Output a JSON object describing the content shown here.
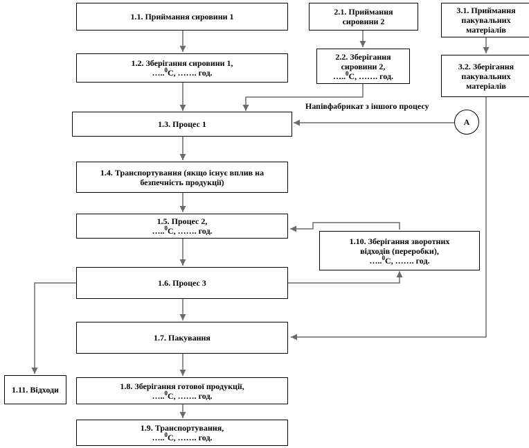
{
  "diagram": {
    "boxes": {
      "b1_1": {
        "line1": "1.1. Приймання сировини 1"
      },
      "b1_2": {
        "line1": "1.2. Зберігання сировини 1,",
        "line2_pre": "…..",
        "line2_sup": "0",
        "line2_post": "С, ……. год."
      },
      "b2_1": {
        "line1": "2.1. Приймання",
        "line2": "сировини 2"
      },
      "b2_2": {
        "line1": "2.2. Зберігання",
        "line2": "сировини 2,",
        "line3_pre": "…..",
        "line3_sup": "0",
        "line3_post": "С, ……. год."
      },
      "b3_1": {
        "line1": "3.1. Приймання",
        "line2": "пакувальних",
        "line3": "матеріалів"
      },
      "b3_2": {
        "line1": "3.2. Зберігання",
        "line2": "пакувальних",
        "line3": "матеріалів"
      },
      "b1_3": {
        "line1": "1.3. Процес 1"
      },
      "b1_4": {
        "line1": "1.4. Транспортування (якщо існує вплив на",
        "line2": "безпечність продукції)"
      },
      "b1_5": {
        "line1": "1.5. Процес 2,",
        "line2_pre": "…..",
        "line2_sup": "0",
        "line2_post": "С, ……. год."
      },
      "b1_10": {
        "line1": "1.10. Зберігання зворотних",
        "line2": "відходів (переробки),",
        "line3_pre": "…..",
        "line3_sup": "0",
        "line3_post": "С, ……. год."
      },
      "b1_6": {
        "line1": "1.6. Процес 3"
      },
      "b1_7": {
        "line1": "1.7. Пакування"
      },
      "b1_11": {
        "line1": "1.11. Відходи"
      },
      "b1_8": {
        "line1": "1.8. Зберігання готової продукції,",
        "line2_pre": "…..",
        "line2_sup": "0",
        "line2_post": "С, ……. год."
      },
      "b1_9": {
        "line1": "1.9. Транспортування,",
        "line2_pre": "…..",
        "line2_sup": "0",
        "line2_post": "С,  ……. год."
      }
    },
    "semi_product_note": "Напівфабрикат з іншого процесу",
    "connector_label": "А",
    "colors": {
      "box_border": "#000000",
      "arrow": "#666666",
      "text": "#000000"
    }
  }
}
